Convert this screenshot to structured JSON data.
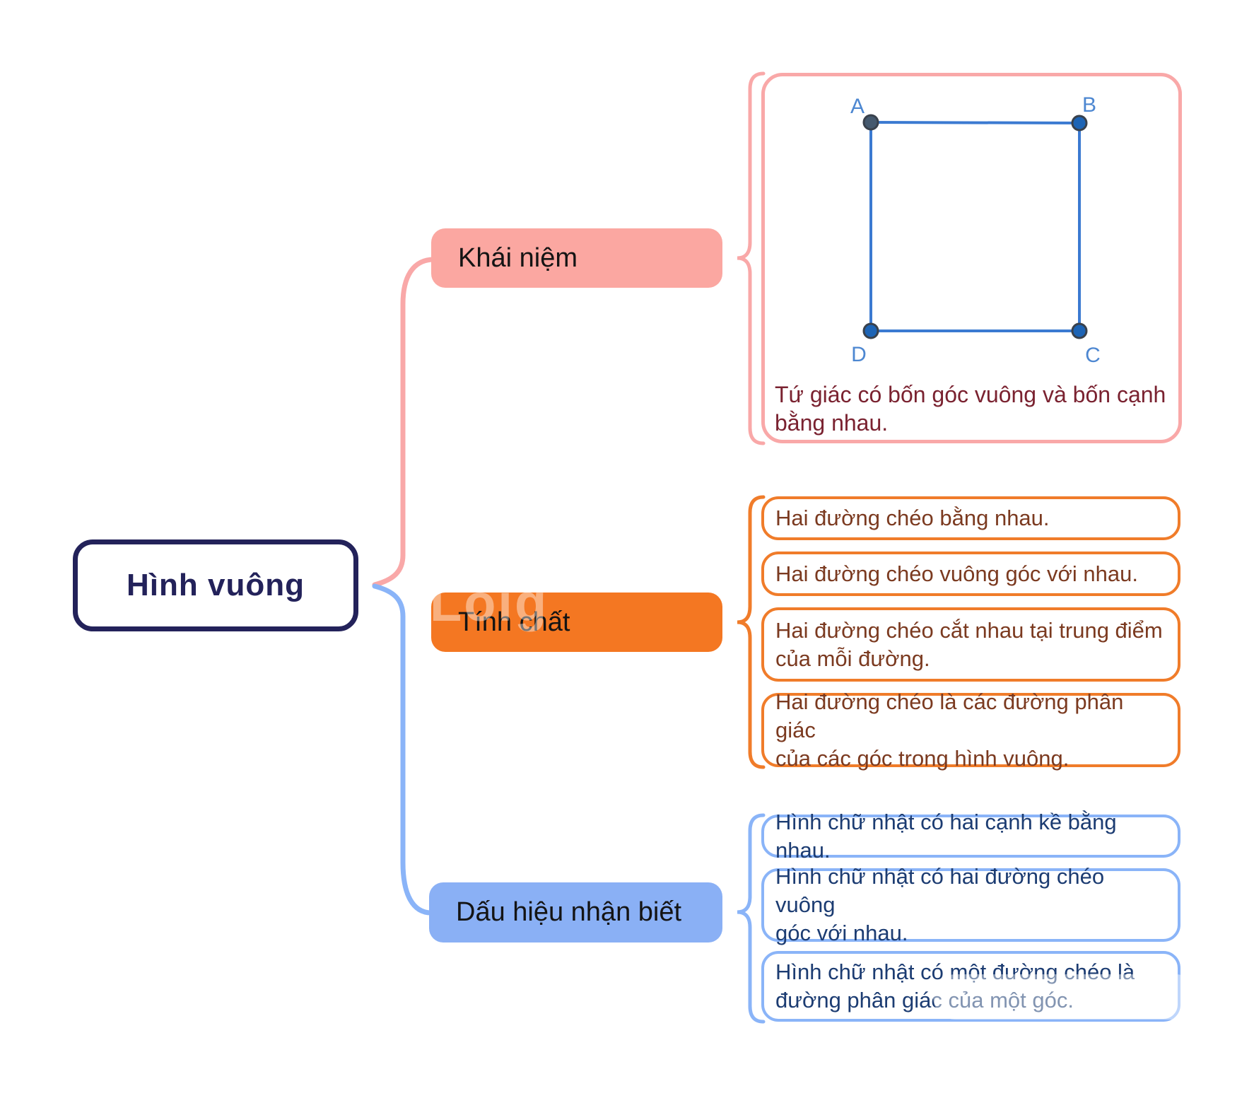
{
  "root": {
    "label": "Hình vuông"
  },
  "branches": [
    {
      "label": "Khái niệm",
      "color": "#fba7a1",
      "figure": {
        "vertex_a": "A",
        "vertex_b": "B",
        "vertex_c": "C",
        "vertex_d": "D",
        "line_color": "#3b7ad1",
        "dot_color": "#1d64b5",
        "label_color": "#4d87d1"
      },
      "note": "Tứ giác có bốn góc vuông và bốn cạnh\nbằng nhau."
    },
    {
      "label": "Tính chất",
      "color": "#f47722",
      "items": [
        "Hai đường chéo bằng nhau.",
        "Hai đường chéo vuông góc với nhau.",
        "Hai đường chéo cắt nhau tại trung điểm\ncủa mỗi đường.",
        "Hai đường chéo là các đường phân giác\ncủa các góc trong hình vuông."
      ]
    },
    {
      "label": "Dấu hiệu nhận biết",
      "color": "#8ab0f5",
      "items": [
        "Hình chữ nhật có hai cạnh kề bằng nhau.",
        "Hình chữ nhật có hai đường chéo vuông\ngóc với nhau.",
        "Hình chữ nhật có một đường chéo là\nđường phân giác của một góc."
      ]
    }
  ],
  "watermark": "Loig",
  "colors": {
    "root_border": "#23225a",
    "pink": "#f9a8a8",
    "orange_border": "#f07c2a",
    "orange_fill": "#f47722",
    "blue": "#8ab4f8",
    "note_text": "#7a2230",
    "orange_item_text": "#7b3a20",
    "blue_item_text": "#1c3c72"
  }
}
